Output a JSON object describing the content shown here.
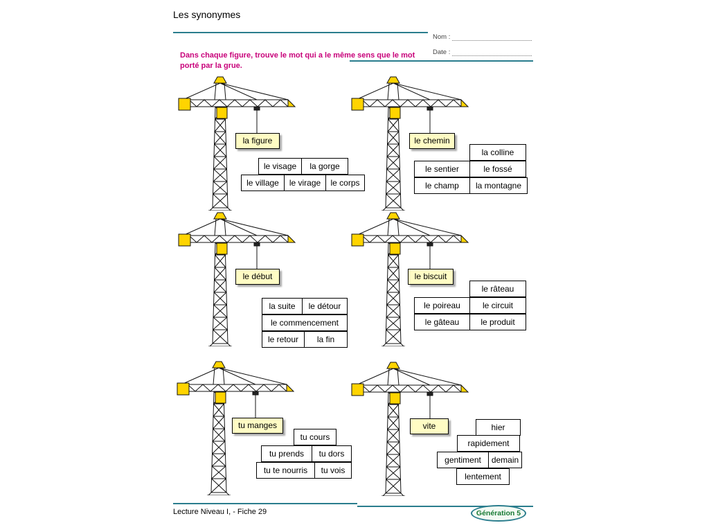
{
  "page": {
    "title": "Les synonymes",
    "instruction": "Dans chaque figure, trouve le mot qui a le même sens que le mot porté par la grue.",
    "nom_label": "Nom :",
    "date_label": "Date :",
    "footer_left": "Lecture Niveau I,  - Fiche 29",
    "badge": "Génération 5"
  },
  "colors": {
    "teal_rule": "#2a7d8d",
    "instruction_magenta": "#c8007a",
    "crane_yellow": "#ffd400",
    "label_background": "#fffcc4",
    "badge_green": "#177a33"
  },
  "figures": [
    {
      "crane_word": "la figure",
      "options": [
        "le visage",
        "la gorge",
        "le village",
        "le virage",
        "le corps"
      ]
    },
    {
      "crane_word": "le chemin",
      "options": [
        "la colline",
        "le sentier",
        "le fossé",
        "le champ",
        "la montagne"
      ]
    },
    {
      "crane_word": "le début",
      "options": [
        "la suite",
        "le détour",
        "le commencement",
        "le retour",
        "la fin"
      ]
    },
    {
      "crane_word": "le biscuit",
      "options": [
        "le râteau",
        "le poireau",
        "le circuit",
        "le gâteau",
        "le produit"
      ]
    },
    {
      "crane_word": "tu manges",
      "options": [
        "tu cours",
        "tu prends",
        "tu dors",
        "tu te nourris",
        "tu vois"
      ]
    },
    {
      "crane_word": "vite",
      "options": [
        "hier",
        "rapidement",
        "gentiment",
        "demain",
        "lentement"
      ]
    }
  ]
}
